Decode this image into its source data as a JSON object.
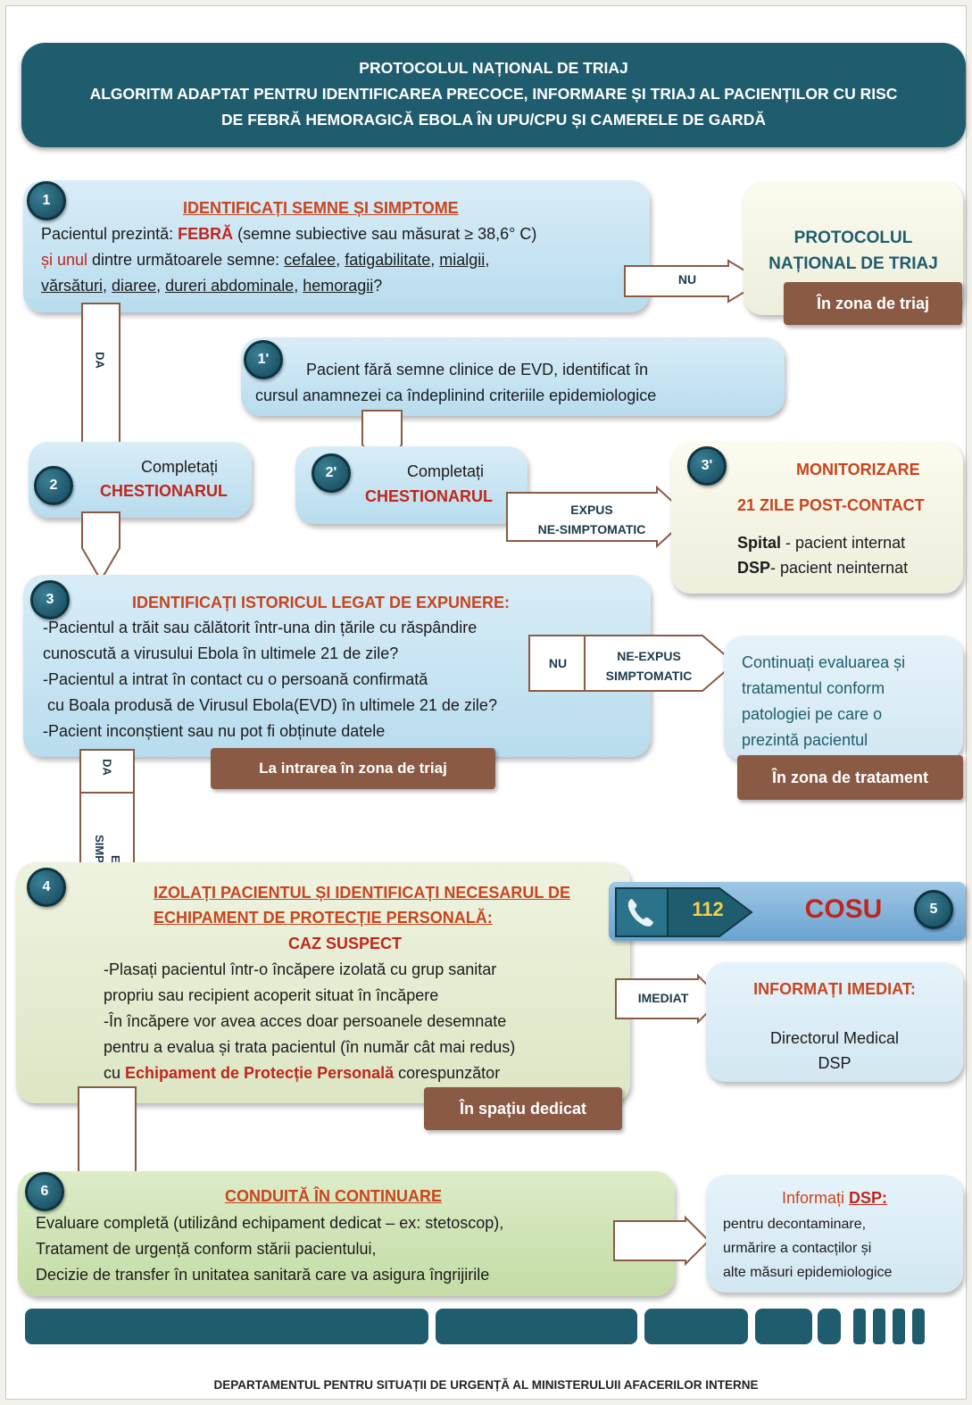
{
  "header": {
    "line1": "PROTOCOLUL NAȚIONAL DE TRIAJ",
    "line2": "ALGORITM ADAPTAT PENTRU IDENTIFICAREA PRECOCE, INFORMARE ȘI TRIAJ AL PACIENȚILOR CU RISC",
    "line3": "DE FEBRĂ HEMORAGICĂ EBOLA ÎN UPU/CPU ȘI CAMERELE DE GARDĂ"
  },
  "step1": {
    "num": "1",
    "title": "IDENTIFICAȚI SEMNE ȘI SIMPTOME",
    "l1a": "Pacientul prezintă: ",
    "l1b": "FEBRĂ",
    "l1c": " (semne subiective sau măsurat ≥ 38,6° C)",
    "l2a": "și unul",
    "l2b": " dintre următoarele semne: ",
    "s1": "cefalee",
    "s2": "fatigabilitate",
    "s3": "mialgii",
    "s4": "vărsături",
    "s5": "diaree",
    "s6": "dureri abdominale",
    "s7": "hemoragii",
    "sep": ", ",
    "q": "?"
  },
  "protocol_box": {
    "line1": "PROTOCOLUL",
    "line2": "NAȚIONAL DE TRIAJ",
    "location": "În zona de triaj"
  },
  "arrows": {
    "nu": "NU",
    "da": "DA",
    "expus_ne_l1": "EXPUS",
    "expus_ne_l2": "NE-SIMPTOMATIC",
    "ne_expus_l1": "NE-EXPUS",
    "ne_expus_l2": "SIMPTOMATIC",
    "expus_s_l1": "EXPUS",
    "expus_s_l2": "SIMPTOMATIC",
    "imediat": "IMEDIAT"
  },
  "step1p": {
    "num": "1'",
    "line1": "Pacient fără semne clinice de EVD, identificat în",
    "line2": "cursul anamnezei ca îndeplinind criteriile epidemiologice"
  },
  "step2": {
    "num": "2",
    "line1": "Completați",
    "line2": "CHESTIONARUL"
  },
  "step2p": {
    "num": "2'",
    "line1": "Completați",
    "line2": "CHESTIONARUL"
  },
  "step3p": {
    "num": "3'",
    "title1": "MONITORIZARE",
    "title2": "21 ZILE POST-CONTACT",
    "l1b": "Spital",
    "l1": " - pacient internat",
    "l2b": "DSP",
    "l2": "- pacient neinternat"
  },
  "step3": {
    "num": "3",
    "title": "IDENTIFICAȚI ISTORICUL LEGAT DE EXPUNERE:",
    "l1": "-Pacientul a trăit sau călătorit într-una din țările cu răspândire",
    "l2": "cunoscută a virusului Ebola în ultimele 21 de zile?",
    "l3": "-Pacientul a intrat în contact cu o persoană confirmată",
    "l4": " cu Boala produsă de Virusul Ebola(EVD) în ultimele 21 de zile?",
    "l5": "-Pacient inconștient sau nu pot fi obținute datele",
    "location": "La intrarea în zona de triaj"
  },
  "continue_box": {
    "l1": "Continuați evaluarea și",
    "l2": "tratamentul conform",
    "l3": "patologiei pe care o",
    "l4": "prezintă pacientul",
    "location": "În zona de tratament"
  },
  "step4": {
    "num": "4",
    "title1": "IZOLAȚI PACIENTUL ȘI IDENTIFICAȚI NECESARUL DE",
    "title2": "ECHIPAMENT DE PROTECȚIE PERSONALĂ:",
    "case": "CAZ SUSPECT",
    "l1": "-Plasați pacientul într-o încăpere izolată cu grup sanitar",
    "l2": "propriu sau recipient acoperit situat în încăpere",
    "l3": "-În încăpere vor avea acces doar persoanele desemnate",
    "l4": "pentru a evalua și trata pacientul (în număr cât mai redus)",
    "l5a": "cu ",
    "l5b": "Echipament de Protecție Personală",
    "l5c": " corespunzător",
    "location": "În spațiu dedicat"
  },
  "call_bar": {
    "number": "112",
    "label": "COSU",
    "num": "5"
  },
  "inform_box": {
    "title": "INFORMAȚI IMEDIAT:",
    "l1": "Directorul Medical",
    "l2": "DSP"
  },
  "step6": {
    "num": "6",
    "title": "CONDUITĂ ÎN CONTINUARE",
    "l1": "Evaluare completă (utilizând echipament dedicat – ex: stetoscop),",
    "l2": "Tratament de urgență conform stării pacientului,",
    "l3": "Decizie de transfer în unitatea sanitară care va asigura îngrijirile"
  },
  "dsp_box": {
    "t1": "Informați ",
    "t2": "DSP:",
    "l1": "pentru decontaminare,",
    "l2": "urmărire a contacților și",
    "l3": "alte măsuri epidemiologice"
  },
  "footer": "DEPARTAMENTUL PENTRU SITUAȚII DE URGENȚĂ AL MINISTERULUII AFACERILOR INTERNE",
  "colors": {
    "header": "#1f5d6e",
    "title_orange": "#c8451f",
    "alert_red": "#c0261c",
    "location_brown": "#8a5a45"
  }
}
